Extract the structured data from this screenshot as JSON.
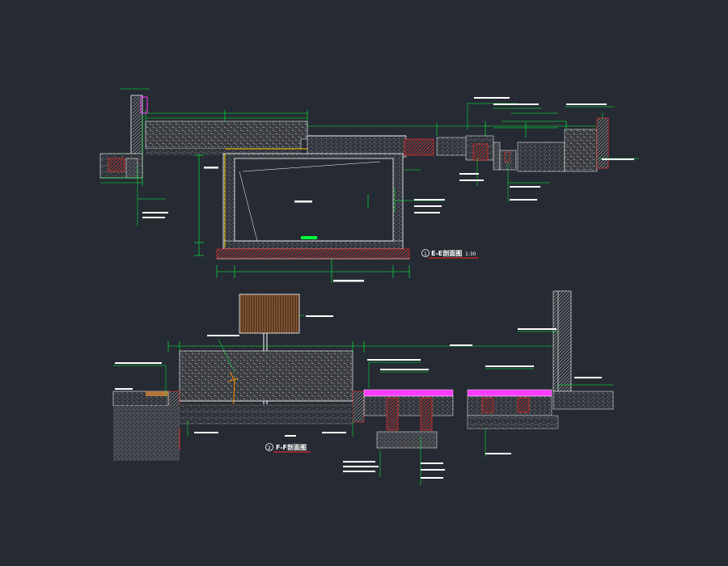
{
  "canvas": {
    "background": "#262b33"
  },
  "colors": {
    "dimension": "#00ff3c",
    "leader": "#00ff3c",
    "outline": "#ffffff",
    "hatch": "#9a9a9a",
    "red_line": "#ff2a2a",
    "magenta": "#ff3cff",
    "yellow": "#ffd200",
    "orange": "#ff8c00",
    "brown": "#b4783c"
  },
  "sections": {
    "ee": {
      "number": "1",
      "title": "E-E剖面图",
      "scale": "1:30"
    },
    "ff": {
      "number": "2",
      "title": "F-F剖面图",
      "scale": ""
    }
  }
}
